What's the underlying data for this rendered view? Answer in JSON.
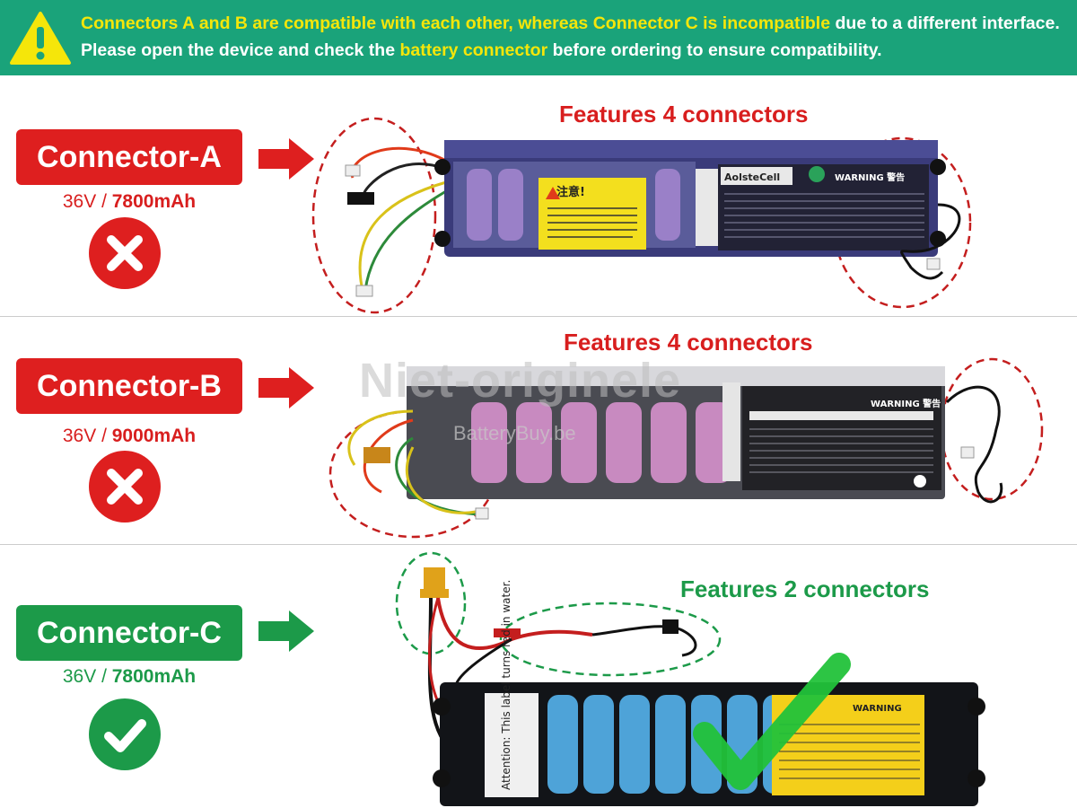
{
  "banner": {
    "p1": "Connectors A and B are compatible with each other, whereas Connector C is incompatible",
    "p2": " due to a different interface. Please open the device and check the ",
    "p3": "battery connector",
    "p4": " before ordering to ensure compatibility."
  },
  "rows": [
    {
      "label": "Connector-A",
      "voltage": "36V",
      "sep": " / ",
      "capacity": "7800mAh",
      "feature": "Features 4 connectors",
      "status": "incompatible"
    },
    {
      "label": "Connector-B",
      "voltage": "36V",
      "sep": " / ",
      "capacity": "9000mAh",
      "feature": "Features 4 connectors",
      "status": "incompatible"
    },
    {
      "label": "Connector-C",
      "voltage": "36V",
      "sep": " / ",
      "capacity": "7800mAh",
      "feature": "Features 2 connectors",
      "status": "compatible"
    }
  ],
  "watermark": {
    "main": "Niet-originele",
    "site": "BatteryBuy.be"
  },
  "battery_labels": {
    "a_brand": "AolsteCell",
    "a_warning": "WARNING 警告",
    "a_notice": "注意!",
    "b_warning": "WARNING 警告",
    "c_attention": "Attention: This label turns red in water.",
    "c_warning": "WARNING"
  },
  "colors": {
    "banner": "#1aa37a",
    "highlight": "#f5e60a",
    "red": "#de1f1f",
    "green": "#1c9a49"
  },
  "icons": {
    "warning": "warning-icon",
    "incompatible": "x-circle-icon",
    "compatible": "check-circle-icon",
    "arrow": "arrow-right-icon"
  }
}
